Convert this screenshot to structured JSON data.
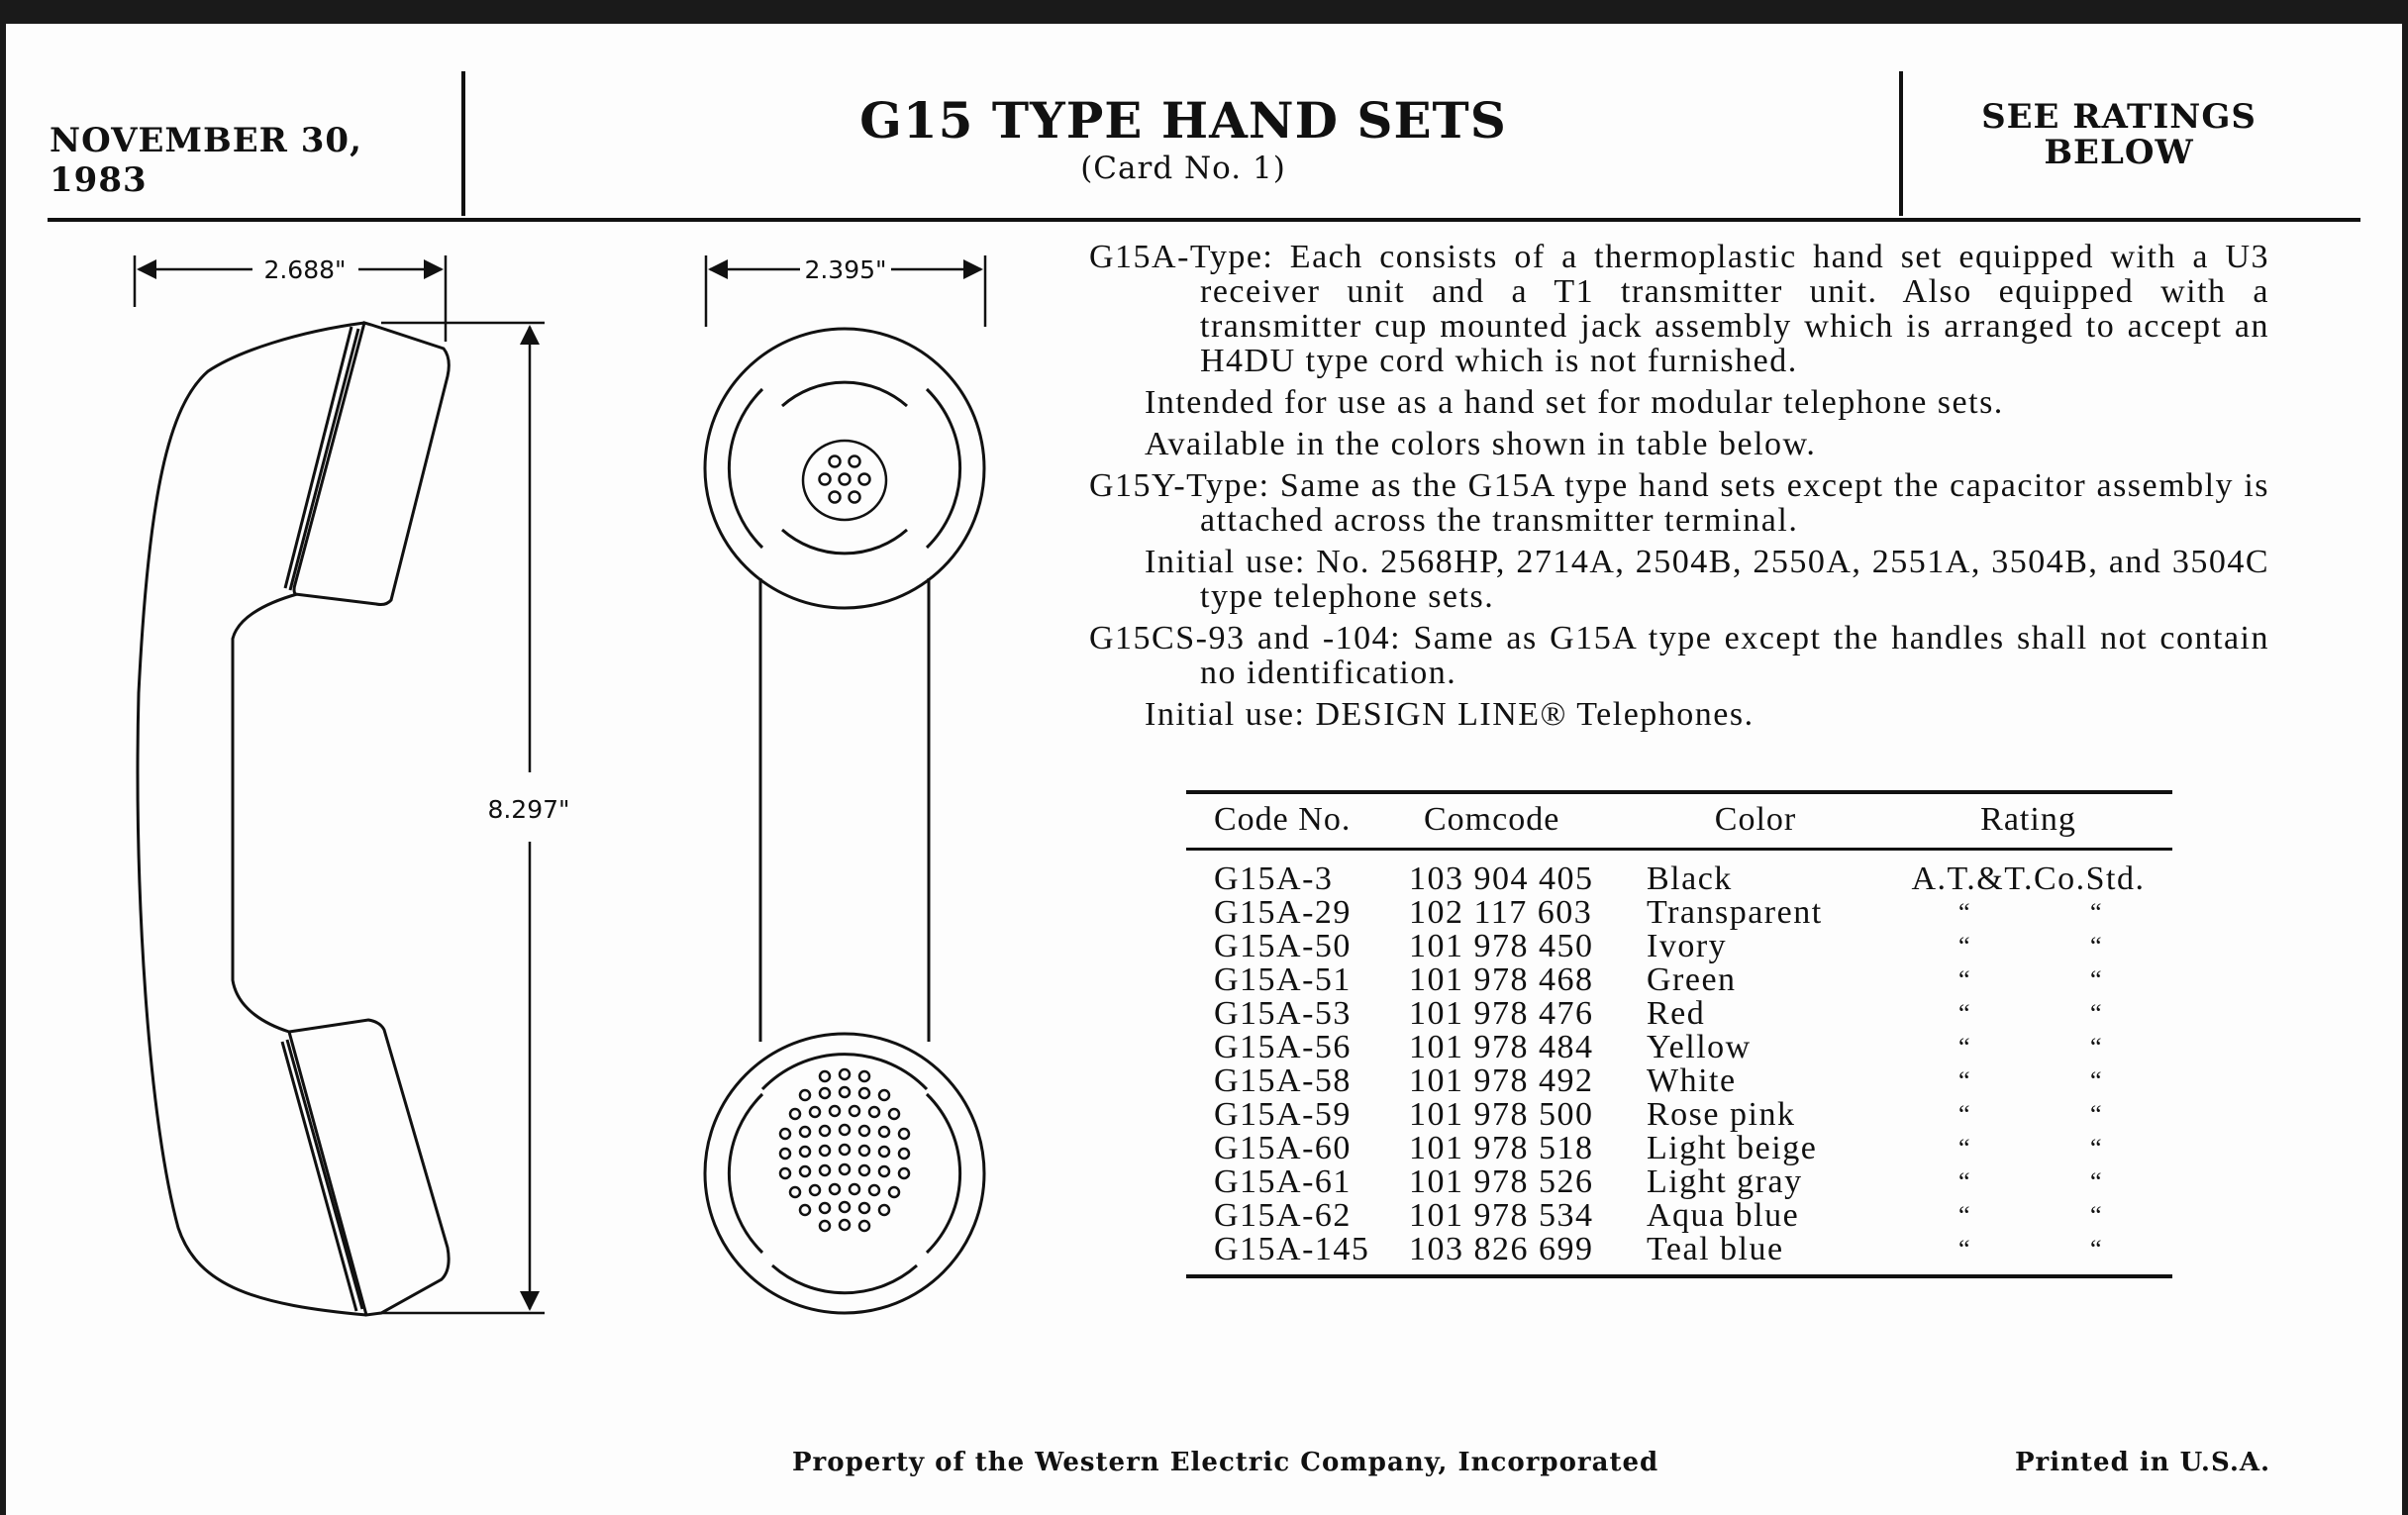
{
  "header": {
    "date": "NOVEMBER 30, 1983",
    "title": "G15 TYPE HAND SETS",
    "subtitle": "(Card No. 1)",
    "ratings_line1": "SEE RATINGS",
    "ratings_line2": "BELOW"
  },
  "drawing": {
    "side_width": "2.688\"",
    "front_width": "2.395\"",
    "height": "8.297\""
  },
  "description": [
    {
      "style": "lead",
      "text": "G15A-Type: Each consists of a thermoplastic hand set equipped with a U3 receiver unit and a T1 transmitter unit. Also equipped with a transmitter cup mounted jack assembly which is arranged to accept an H4DU type cord which is not furnished."
    },
    {
      "style": "ind",
      "text": "Intended for use as a hand set for modular telephone sets."
    },
    {
      "style": "ind",
      "text": "Available in the colors shown in table below."
    },
    {
      "style": "lead",
      "text": "G15Y-Type: Same as the G15A type hand sets except the capacitor assembly is attached across the transmitter terminal."
    },
    {
      "style": "ind",
      "text": "Initial use: No. 2568HP, 2714A, 2504B, 2550A, 2551A, 3504B, and 3504C type telephone sets."
    },
    {
      "style": "lead",
      "text": "G15CS-93 and -104: Same as G15A type except the handles shall not contain no identification."
    },
    {
      "style": "ind",
      "text": "Initial use: DESIGN LINE® Telephones."
    }
  ],
  "table": {
    "headers": [
      "Code No.",
      "Comcode",
      "Color",
      "Rating"
    ],
    "ditto_mark": "“",
    "rows": [
      {
        "code": "G15A-3",
        "comcode": "103 904 405",
        "color": "Black",
        "rating": "A.T.&T.Co.Std."
      },
      {
        "code": "G15A-29",
        "comcode": "102 117 603",
        "color": "Transparent",
        "rating": ""
      },
      {
        "code": "G15A-50",
        "comcode": "101 978 450",
        "color": "Ivory",
        "rating": ""
      },
      {
        "code": "G15A-51",
        "comcode": "101 978 468",
        "color": "Green",
        "rating": ""
      },
      {
        "code": "G15A-53",
        "comcode": "101 978 476",
        "color": "Red",
        "rating": ""
      },
      {
        "code": "G15A-56",
        "comcode": "101 978 484",
        "color": "Yellow",
        "rating": ""
      },
      {
        "code": "G15A-58",
        "comcode": "101 978 492",
        "color": "White",
        "rating": ""
      },
      {
        "code": "G15A-59",
        "comcode": "101 978 500",
        "color": "Rose pink",
        "rating": ""
      },
      {
        "code": "G15A-60",
        "comcode": "101 978 518",
        "color": "Light beige",
        "rating": ""
      },
      {
        "code": "G15A-61",
        "comcode": "101 978 526",
        "color": "Light gray",
        "rating": ""
      },
      {
        "code": "G15A-62",
        "comcode": "101 978 534",
        "color": "Aqua blue",
        "rating": ""
      },
      {
        "code": "G15A-145",
        "comcode": "103 826 699",
        "color": "Teal blue",
        "rating": ""
      }
    ]
  },
  "footer": {
    "property": "Property of the Western Electric Company, Incorporated",
    "printed": "Printed in U.S.A."
  }
}
